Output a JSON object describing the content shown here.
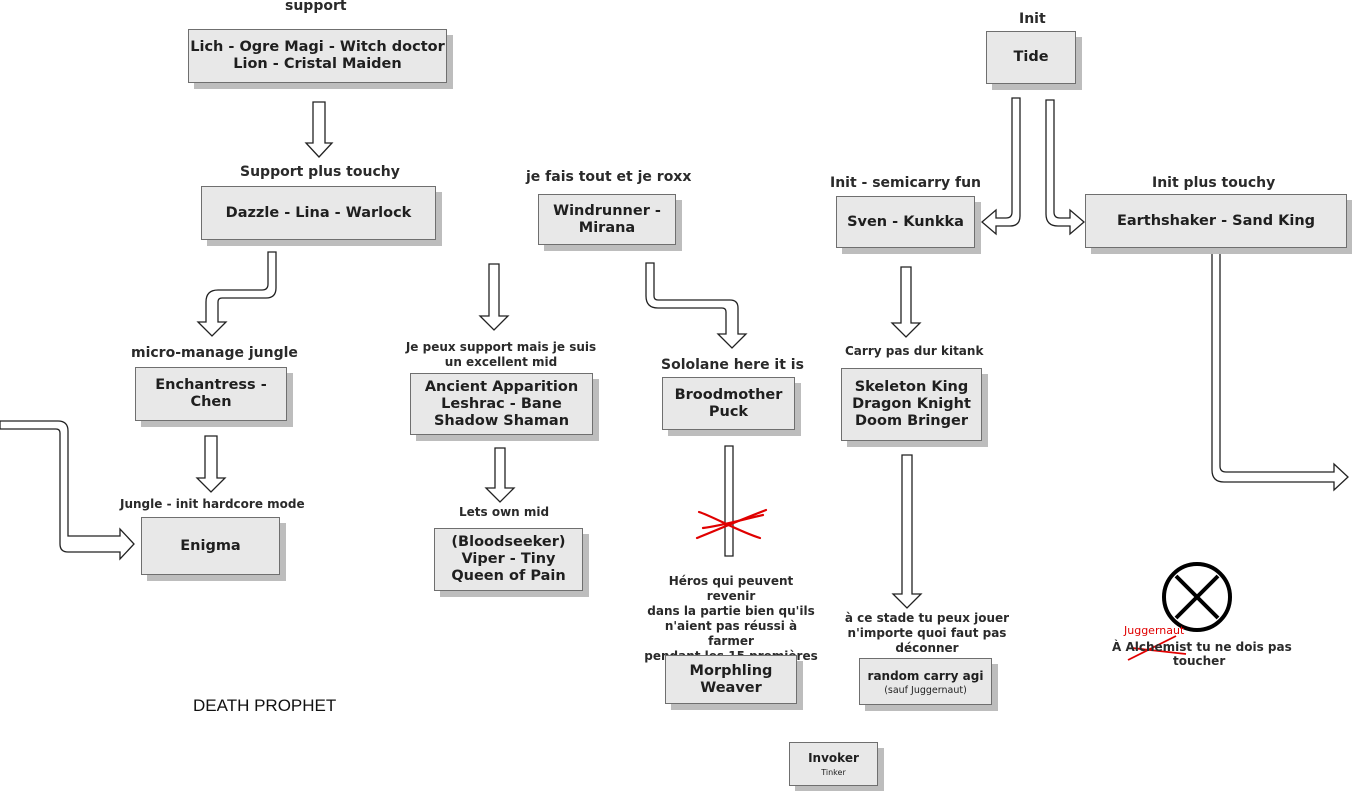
{
  "labels": {
    "support": "support",
    "support_touchy": "Support plus touchy",
    "micro_manage": "micro-manage jungle",
    "jungle_init": "Jungle - init hardcore mode",
    "je_fais_tout": "je fais tout et je roxx",
    "je_peux_support": "Je peux support mais je suis\nun excellent mid",
    "lets_own_mid": "Lets own mid",
    "sololane": "Sololane here it is",
    "heros_revenir": "Héros qui peuvent revenir\ndans la partie bien qu'ils\nn'aient pas réussi à farmer\npendant les 15 premières\nminutes",
    "init": "Init",
    "init_semicarry": "Init - semicarry fun",
    "init_touchy": "Init plus touchy",
    "carry_pas_dur": "Carry pas dur kitank",
    "a_ce_stade": "à ce stade tu peux jouer\nn'importe quoi faut pas\ndéconner",
    "alchemist_line1": "À Alchemist tu ne dois pas",
    "alchemist_line2": "toucher",
    "juggernaut_correction": "Juggernaut",
    "death_prophet": "DEATH PROPHET"
  },
  "boxes": {
    "lich": "Lich - Ogre Magi - Witch doctor\nLion - Cristal Maiden",
    "dazzle": "Dazzle - Lina - Warlock",
    "enchantress": "Enchantress -\nChen",
    "enigma": "Enigma",
    "windrunner": "Windrunner -\nMirana",
    "ancient": "Ancient Apparition\nLeshrac - Bane\nShadow Shaman",
    "bloodseeker": "(Bloodseeker)\nViper - Tiny\nQueen of Pain",
    "broodmother": "Broodmother\nPuck",
    "morphling": "Morphling\nWeaver",
    "tide": "Tide",
    "sven": "Sven - Kunkka",
    "earthshaker": "Earthshaker - Sand King",
    "skeleton": "Skeleton King\nDragon Knight\nDoom Bringer",
    "random_carry": "random carry agi",
    "random_carry_sub": "(sauf Juggernaut)",
    "invoker": "Invoker",
    "invoker_sub": "Tinker"
  },
  "colors": {
    "box_fill": "#e8e8e8",
    "box_border": "#6f6f6f",
    "shadow": "#bdbdbd",
    "strike_red": "#e00000"
  },
  "icons": [
    "red-cross-icon",
    "circle-x-icon"
  ]
}
